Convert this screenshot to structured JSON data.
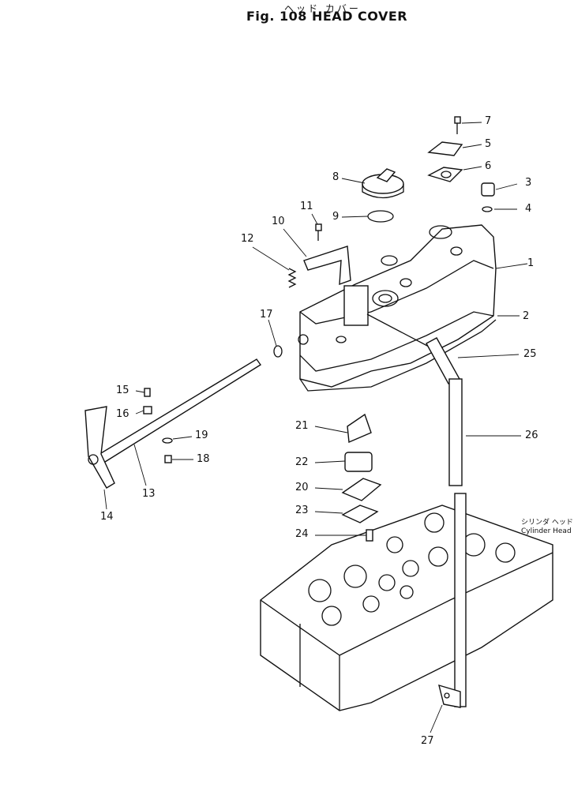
{
  "title": {
    "japanese": "ヘッド カバー",
    "english": "Fig. 108 HEAD COVER"
  },
  "callouts": [
    "1",
    "2",
    "3",
    "4",
    "5",
    "6",
    "7",
    "8",
    "9",
    "10",
    "11",
    "12",
    "13",
    "14",
    "15",
    "16",
    "17",
    "18",
    "19",
    "20",
    "21",
    "22",
    "23",
    "24",
    "25",
    "26",
    "27"
  ],
  "note": {
    "japanese": "シリンダ ヘッド",
    "english": "Cylinder Head"
  }
}
